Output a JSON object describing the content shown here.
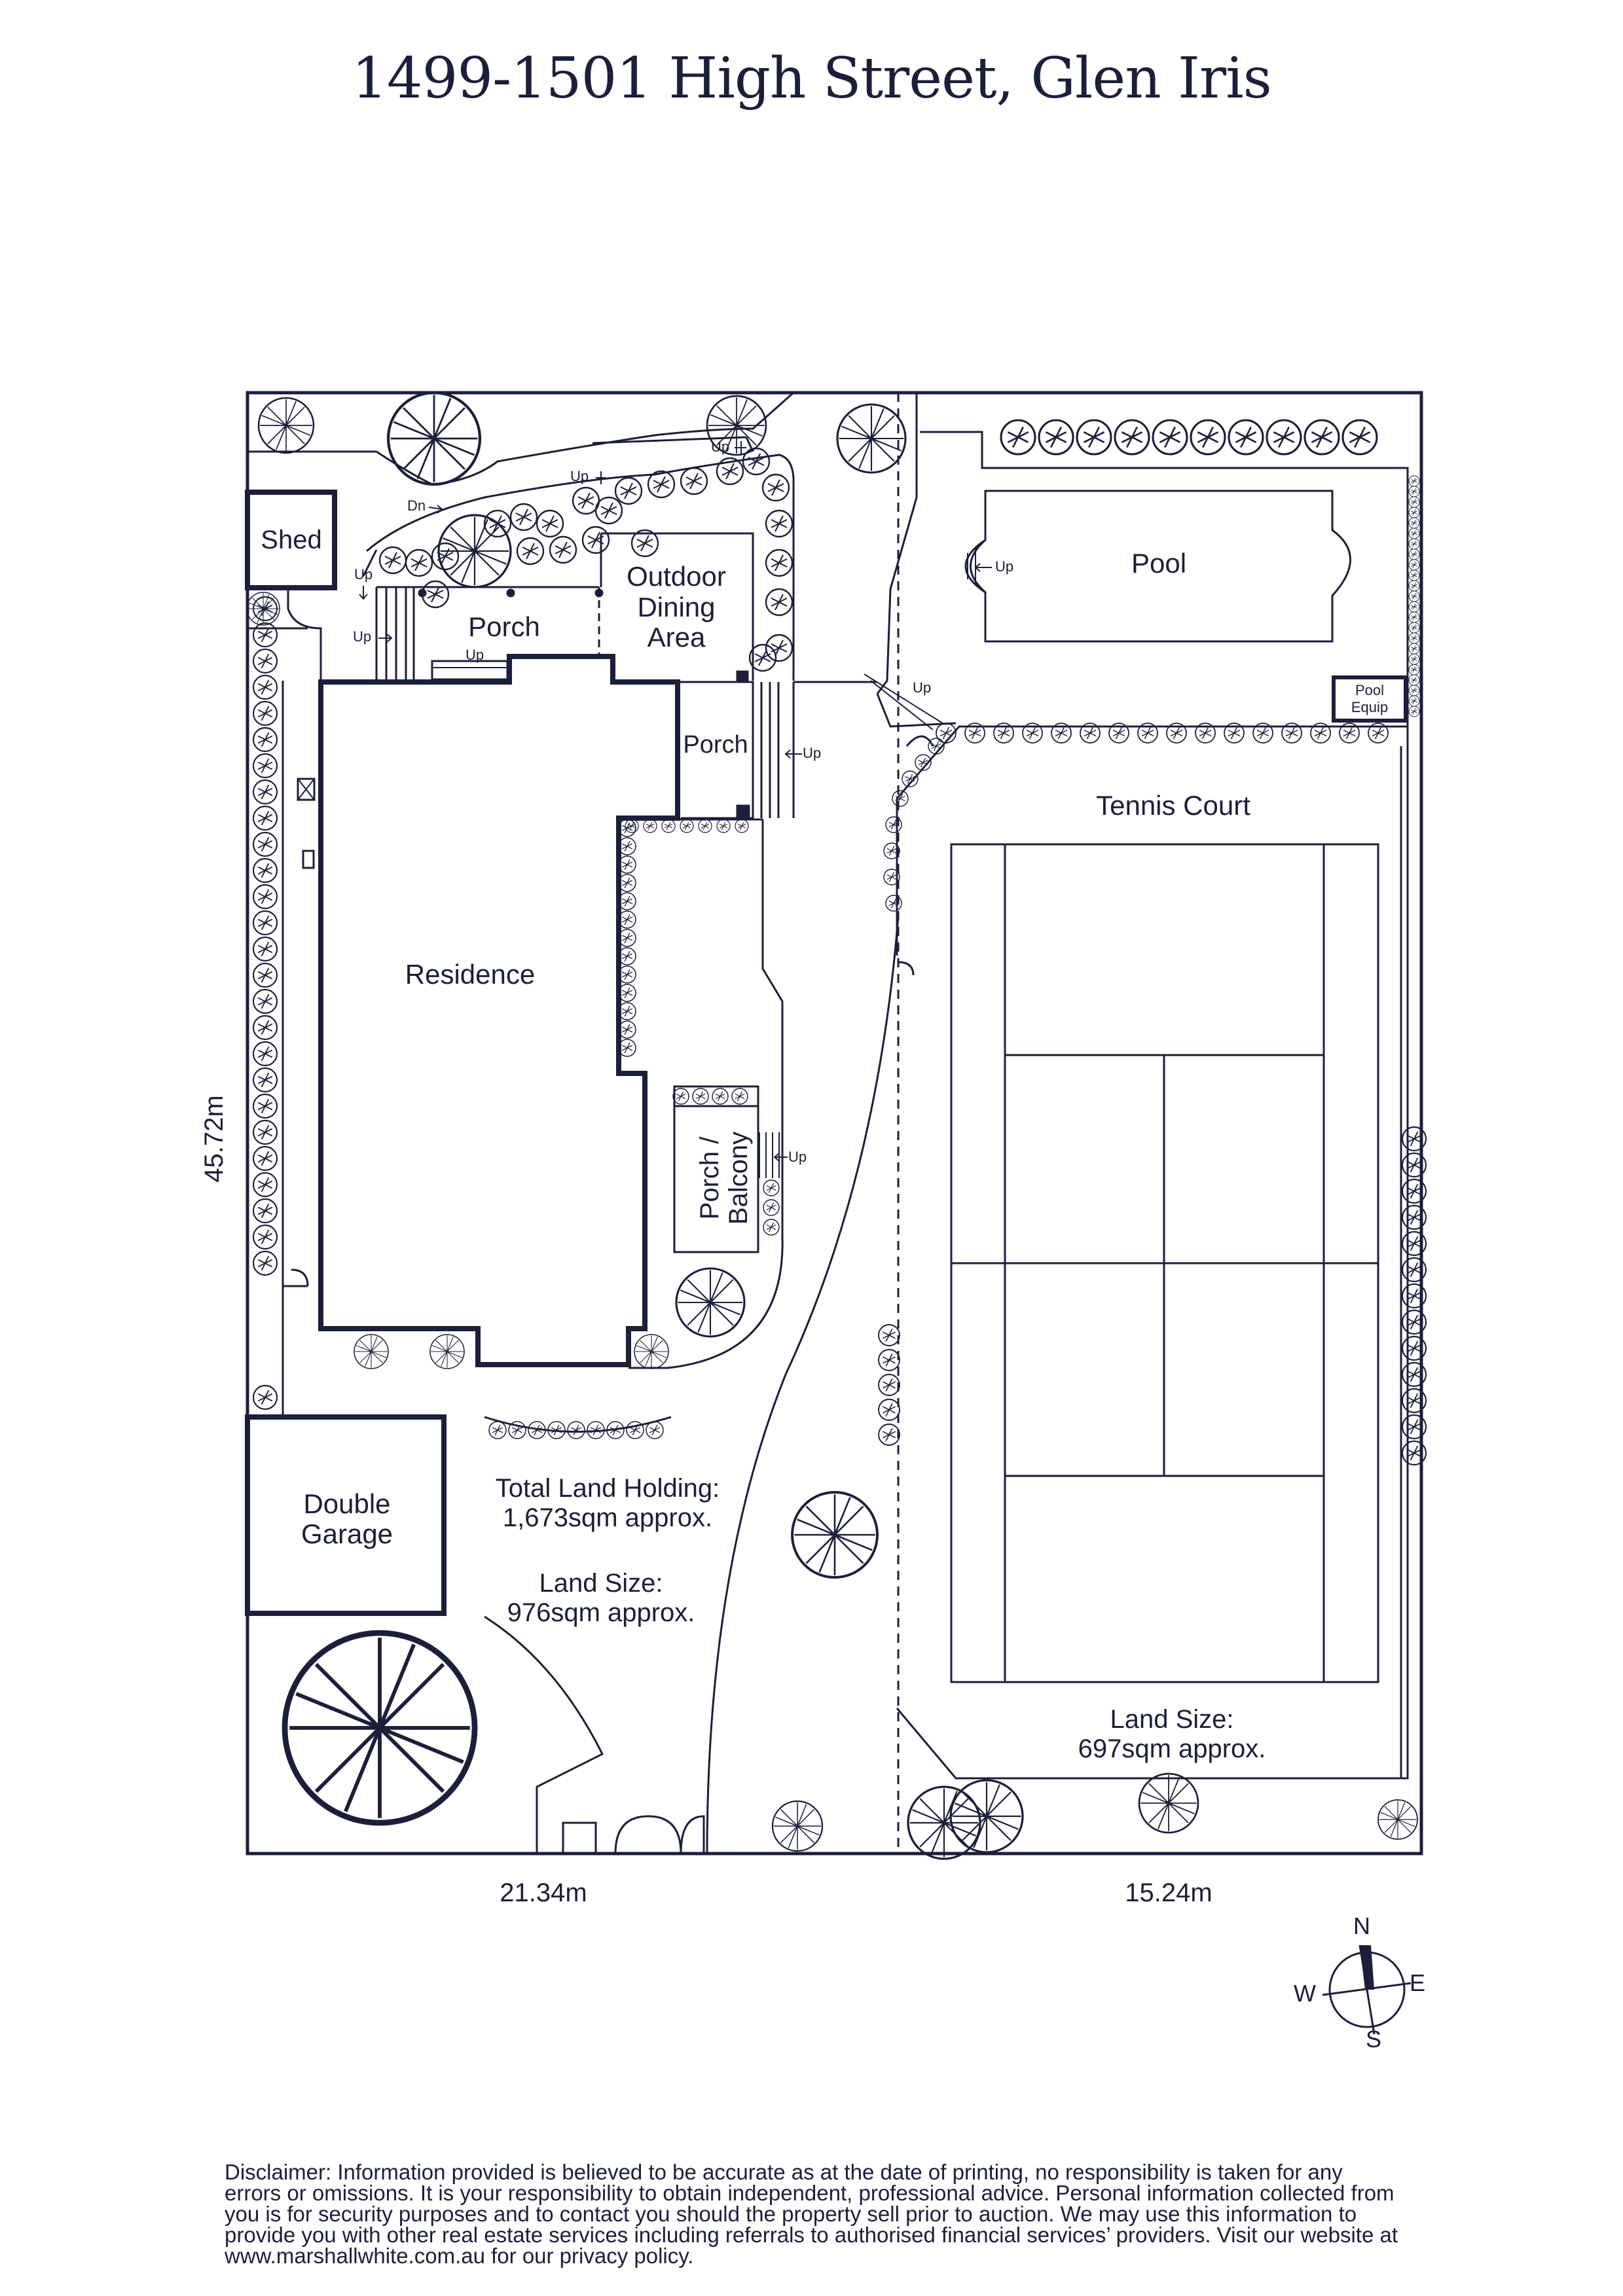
{
  "title": "1499-1501 High Street, Glen Iris",
  "labels": {
    "shed": "Shed",
    "porch": "Porch",
    "outdoor_dining": [
      "Outdoor",
      "Dining",
      "Area"
    ],
    "porch_side": "Porch",
    "pool": "Pool",
    "pool_equip": [
      "Pool",
      "Equip"
    ],
    "tennis_court": "Tennis Court",
    "residence": "Residence",
    "porch_balcony": [
      "Porch /",
      "Balcony"
    ],
    "double_garage": [
      "Double",
      "Garage"
    ],
    "total_land": [
      "Total Land Holding:",
      "1,673sqm approx."
    ],
    "land_size_left": [
      "Land Size:",
      "976sqm approx."
    ],
    "land_size_right": [
      "Land Size:",
      "697sqm approx."
    ],
    "up": "Up",
    "dn": "Dn"
  },
  "dimensions": {
    "depth": "45.72m",
    "width_left": "21.34m",
    "width_right": "15.24m"
  },
  "compass": {
    "n": "N",
    "e": "E",
    "s": "S",
    "w": "W"
  },
  "disclaimer": "Disclaimer: Information provided is believed to be accurate as at the date of printing, no responsibility is taken for any errors or omissions. It is your responsibility to obtain independent, professional advice. Personal information collected from you is for security purposes and to contact you should the property sell prior to auction. We may use this information to provide you with other real estate services including referrals to authorised financial services’ providers. Visit our website at www.marshallwhite.com.au for our privacy policy.",
  "colors": {
    "ink": "#1c1f3a",
    "background": "#ffffff"
  }
}
